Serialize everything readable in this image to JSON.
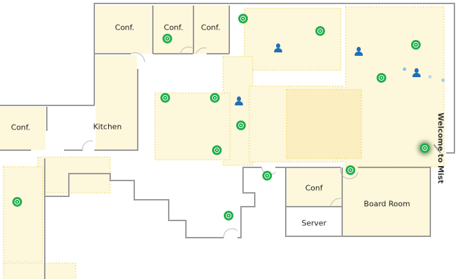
{
  "rooms": {
    "conf_1": "Conf.",
    "conf_2": "Conf.",
    "conf_3": "Conf.",
    "conf_left": "Conf.",
    "kitchen": "Kitchen",
    "conf_lower": "Conf",
    "server": "Server",
    "board_room": "Board Room"
  },
  "welcome_text": "Welcome to Mist",
  "colors": {
    "zone_fill": "#fdf7dc",
    "zone_border": "#f3d860",
    "wall": "#9a9a9a",
    "ap": "#1fae4b",
    "client": "#1f6fb8",
    "client_trail": "#8fc3e8"
  },
  "access_points": 14,
  "clients": 4
}
